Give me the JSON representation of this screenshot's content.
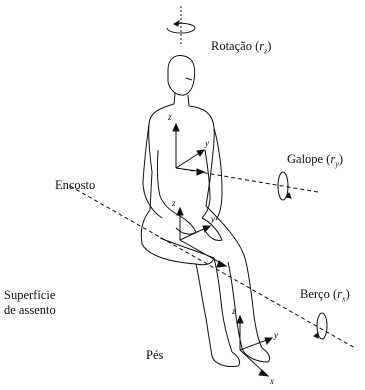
{
  "labels": {
    "rotation": {
      "text": "Rotação (",
      "sym": "r",
      "sub": "z",
      "close": ")"
    },
    "pitch": {
      "text": "Galope (",
      "sym": "r",
      "sub": "y",
      "close": ")"
    },
    "backrest": "Encosto",
    "seat_surface_line1": "Superfície",
    "seat_surface_line2": "de assento",
    "roll": {
      "text": "Berço (",
      "sym": "r",
      "sub": "x",
      "close": ")"
    },
    "feet": "Pés"
  },
  "axis_letters": {
    "z": "z",
    "y": "y",
    "x": "x"
  }
}
